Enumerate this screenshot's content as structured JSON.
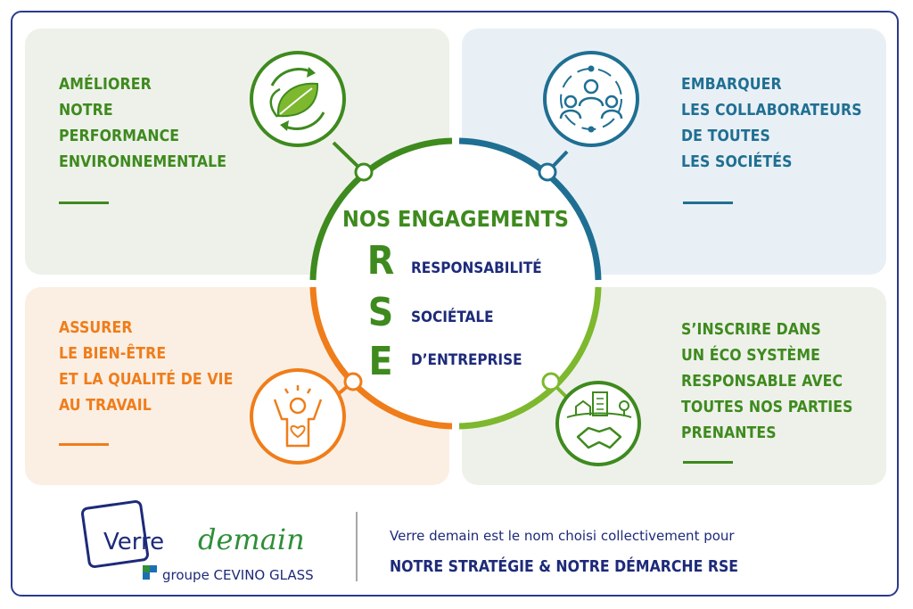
{
  "center": {
    "title": "NOS ENGAGEMENTS",
    "letters": [
      "R",
      "S",
      "E"
    ],
    "words": [
      "RESPONSABILITÉ",
      "SOCIÉTALE",
      "D’ENTREPRISE"
    ]
  },
  "quadrants": {
    "top_left": {
      "lines": [
        "AMÉLIORER",
        "NOTRE",
        "PERFORMANCE",
        "ENVIRONNEMENTALE"
      ],
      "color": "#3e8a1e",
      "icon": "leaf-recycle-icon"
    },
    "top_right": {
      "lines": [
        "EMBARQUER",
        "LES COLLABORATEURS",
        "DE TOUTES",
        "LES SOCIÉTÉS"
      ],
      "color": "#1f6f93",
      "icon": "team-network-icon"
    },
    "bottom_left": {
      "lines": [
        "ASSURER",
        "LE BIEN-ÊTRE",
        "ET LA QUALITÉ DE VIE",
        "AU TRAVAIL"
      ],
      "color": "#ef7d1a",
      "icon": "wellbeing-heart-icon"
    },
    "bottom_right": {
      "lines": [
        "S’INSCRIRE DANS",
        "UN ÉCO SYSTÈME",
        "RESPONSABLE AVEC",
        "TOUTES NOS PARTIES",
        "PRENANTES"
      ],
      "color": "#3e8a1e",
      "icon": "handshake-city-icon"
    }
  },
  "footer": {
    "logo_verre": "Verre",
    "logo_demain": "demain",
    "logo_group": "groupe CEVINO GLASS",
    "line1": "Verre demain est le nom choisi collectivement pour",
    "line2": "NOTRE  STRATÉGIE & NOTRE DÉMARCHE RSE"
  },
  "colors": {
    "green": "#3e8a1e",
    "blue": "#1f6f93",
    "orange": "#ef7d1a",
    "lime": "#7db82e",
    "navy": "#1d2a7a"
  }
}
